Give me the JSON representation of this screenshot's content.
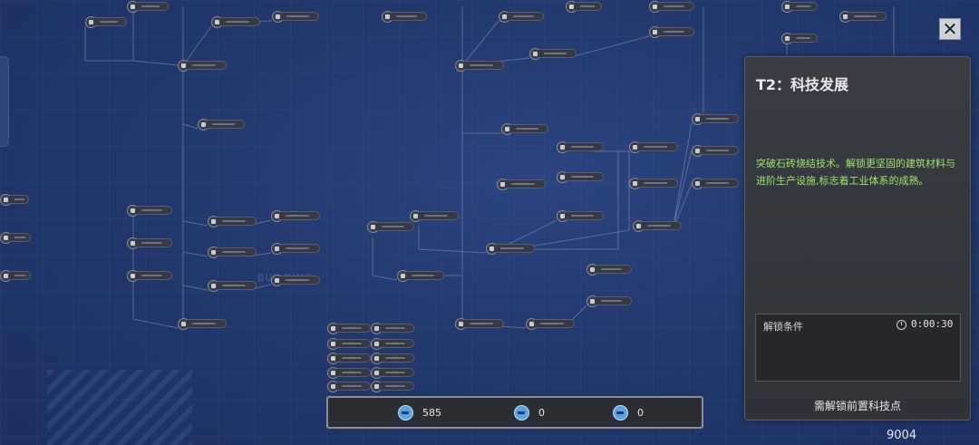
{
  "background_watermark": "BUILDING",
  "panel": {
    "title": "T2：科技发展",
    "description": "突破石砖烧结技术。解锁更坚固的建筑材料与进阶生产设施,标志着工业体系的成熟。",
    "unlock_label": "解锁条件",
    "unlock_time": "0:00:30",
    "action_text": "需解锁前置科技点",
    "desc_color": "#9ee66b"
  },
  "close_label": "✕",
  "resources": [
    {
      "icon": "gear-token-icon",
      "value": "585"
    },
    {
      "icon": "gear-token-icon",
      "value": "0"
    },
    {
      "icon": "gear-token-icon",
      "value": "0"
    }
  ],
  "bottom_value": "9004",
  "colors": {
    "background": "#22396d",
    "line": "#8e98ad",
    "accent_resource": "#5aa4e6"
  }
}
